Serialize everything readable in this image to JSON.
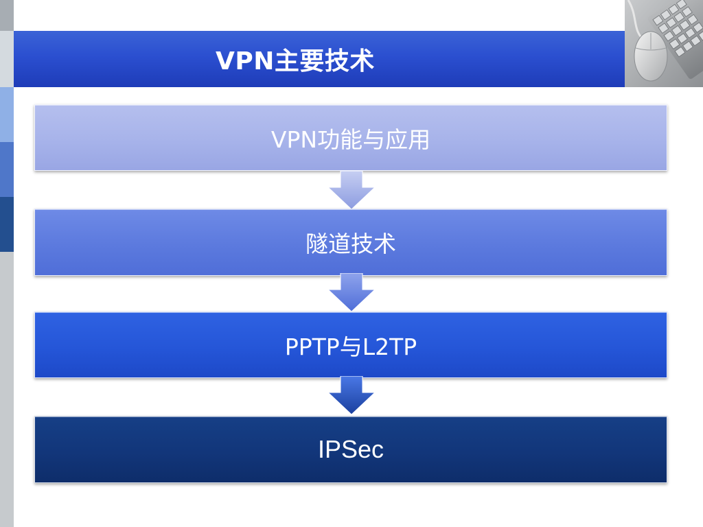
{
  "slide": {
    "title": "VPN主要技术"
  },
  "flow": {
    "steps": [
      {
        "label": "VPN功能与应用"
      },
      {
        "label": "隧道技术"
      },
      {
        "label": "PPTP与L2TP"
      },
      {
        "label": "IPSec"
      }
    ]
  },
  "colors": {
    "title_bar": "#2b4fd0",
    "step_1": "#a7b3ea",
    "step_2": "#5c7ade",
    "step_3": "#2556d8",
    "step_4": "#12367a",
    "left_strip": [
      "#9fa6ad",
      "#d4dadf",
      "#8fb0e6",
      "#4f77c9",
      "#234f8f",
      "#c8cccf"
    ]
  },
  "icons": {
    "corner_photo": "keyboard-mouse-photo",
    "connector": "down-arrow-icon"
  }
}
